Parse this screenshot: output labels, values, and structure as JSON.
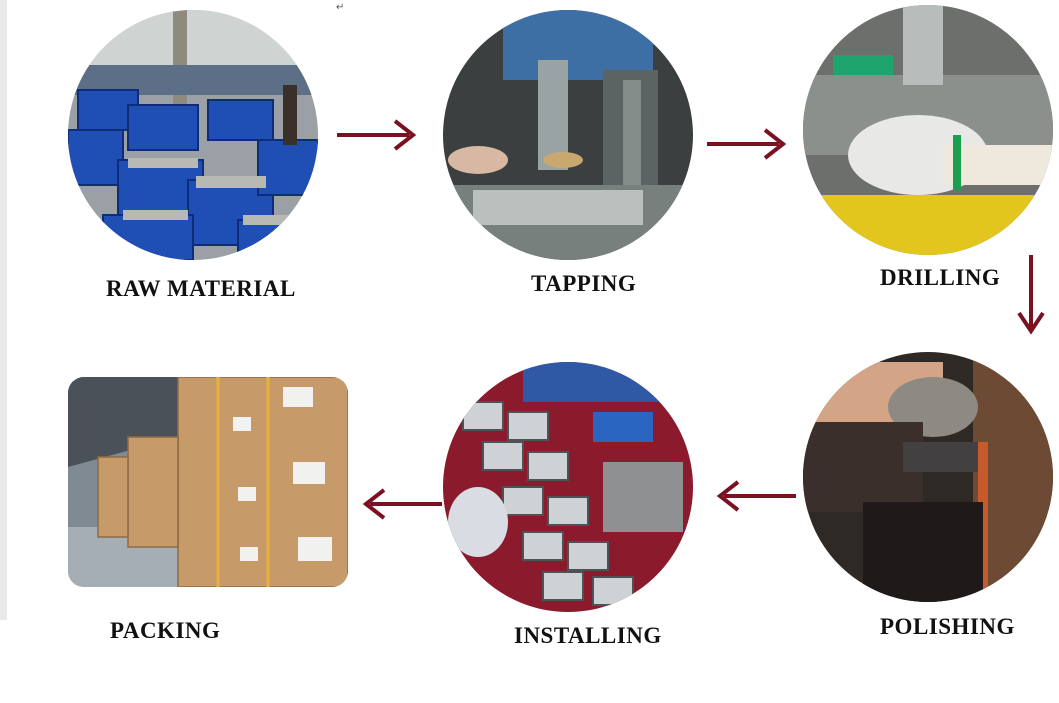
{
  "colors": {
    "arrow": "#7a1020",
    "label_text": "#111111",
    "background": "#ffffff"
  },
  "steps": [
    {
      "label": "RAW MATERIAL",
      "photo": "raw-material-photo"
    },
    {
      "label": "TAPPING",
      "photo": "tapping-photo"
    },
    {
      "label": "DRILLING",
      "photo": "drilling-photo"
    },
    {
      "label": "POLISHING",
      "photo": "polishing-photo"
    },
    {
      "label": "INSTALLING",
      "photo": "installing-photo"
    },
    {
      "label": "PACKING",
      "photo": "packing-photo"
    }
  ],
  "flow": [
    {
      "from": "RAW MATERIAL",
      "to": "TAPPING",
      "direction": "right"
    },
    {
      "from": "TAPPING",
      "to": "DRILLING",
      "direction": "right"
    },
    {
      "from": "DRILLING",
      "to": "POLISHING",
      "direction": "down"
    },
    {
      "from": "POLISHING",
      "to": "INSTALLING",
      "direction": "left"
    },
    {
      "from": "INSTALLING",
      "to": "PACKING",
      "direction": "left"
    }
  ],
  "marks": {
    "return_symbol": "↵"
  }
}
